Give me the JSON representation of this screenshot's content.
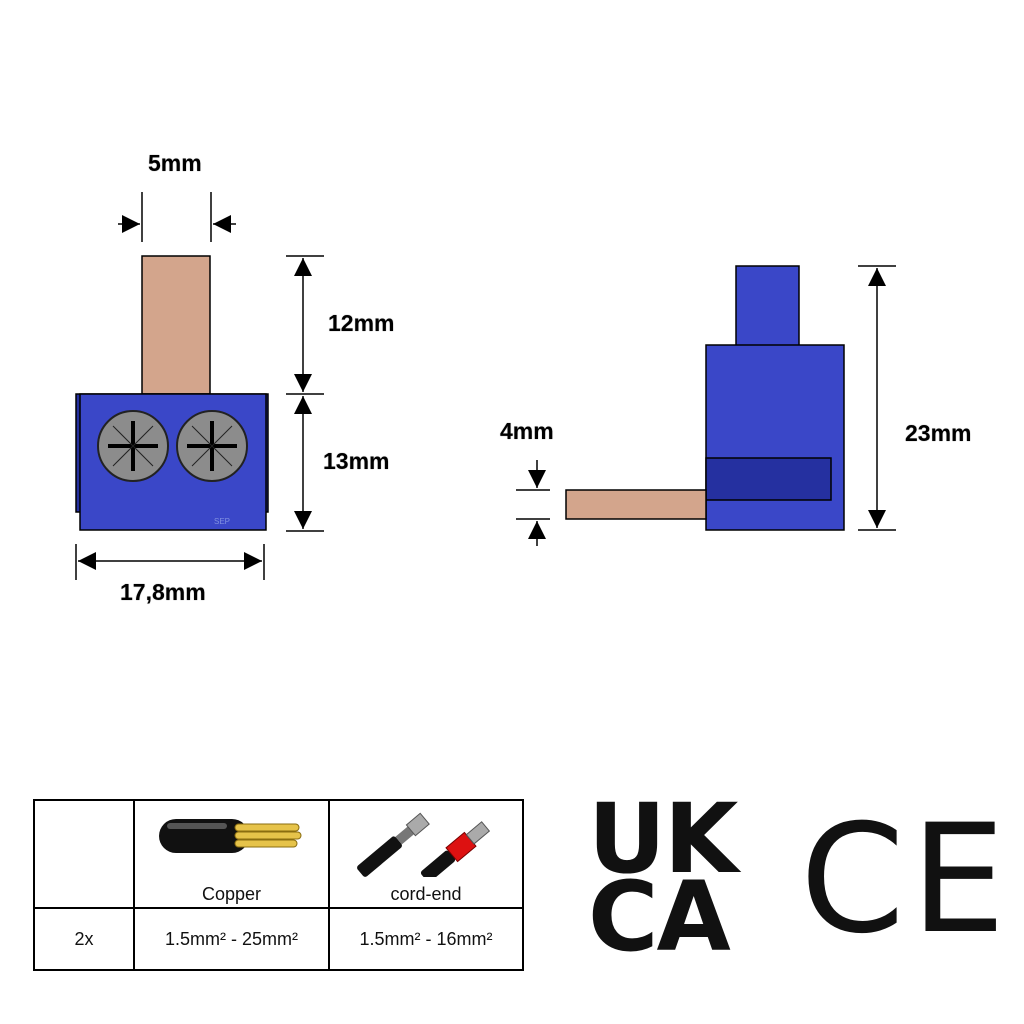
{
  "dimensions": {
    "front_width_top": "5mm",
    "front_height_top": "12mm",
    "front_height_body": "13mm",
    "front_width_body": "17,8mm",
    "side_wire_thickness": "4mm",
    "side_total_height": "23mm",
    "maker_mark": "SEP"
  },
  "spec_table": {
    "col_copper_caption": "Copper",
    "col_cordend_caption": "cord-end",
    "row_qty": "2x",
    "row_copper_range": "1.5mm² - 25mm²",
    "row_cordend_range": "1.5mm² - 16mm²"
  },
  "marks": {
    "ukca_line1": "UK",
    "ukca_line2": "CA",
    "ce": "CE"
  },
  "colors": {
    "body_blue": "#3a47c8",
    "body_blue_dark": "#2530a0",
    "copper_tan": "#d3a58c",
    "screw_grey": "#8c8c8c"
  }
}
